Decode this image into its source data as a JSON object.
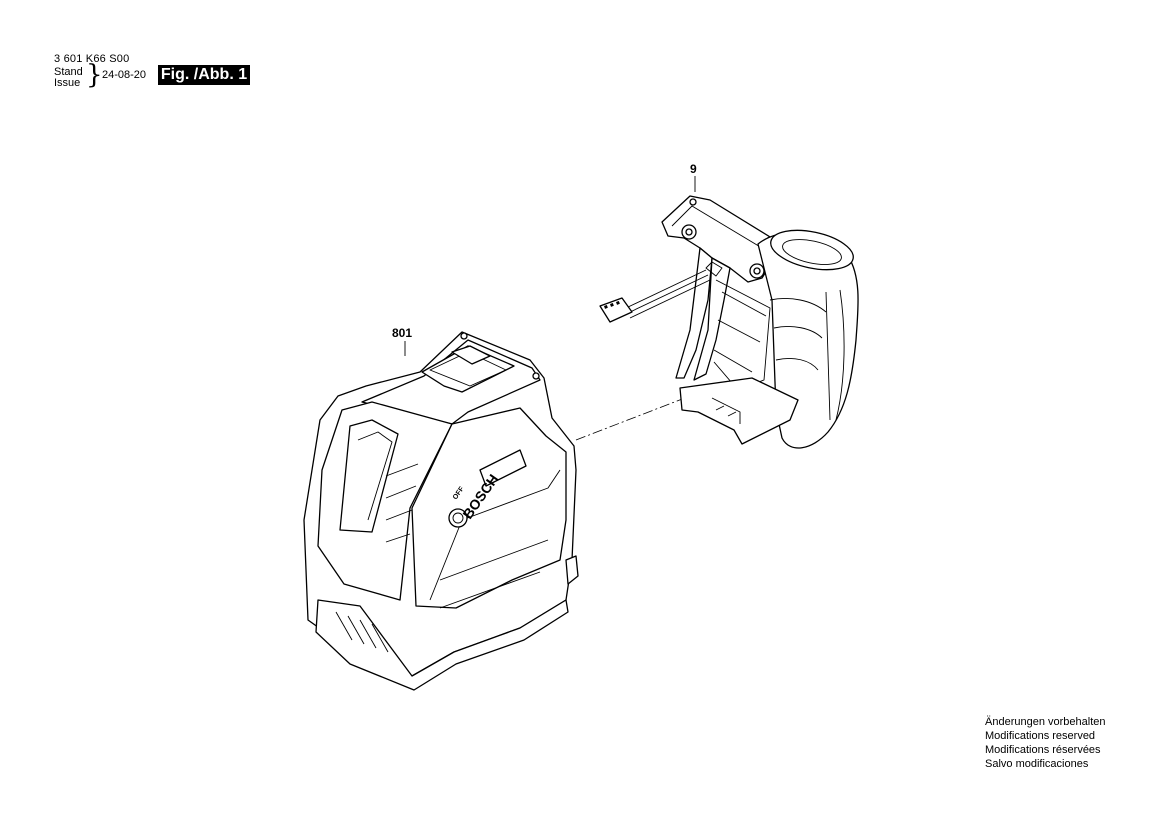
{
  "header": {
    "part_number": "3 601 K66 S00",
    "stand_label": "Stand",
    "issue_label": "Issue",
    "brace": "}",
    "date": "24-08-20",
    "figure_label": "Fig. /Abb. 1"
  },
  "callouts": {
    "holder": "9",
    "housing": "801"
  },
  "notes": [
    "Änderungen vorbehalten",
    "Modifications reserved",
    "Modifications réservées",
    "Salvo modificaciones"
  ],
  "product_markings": {
    "brand": "BOSCH",
    "switch_off": "OFF"
  }
}
